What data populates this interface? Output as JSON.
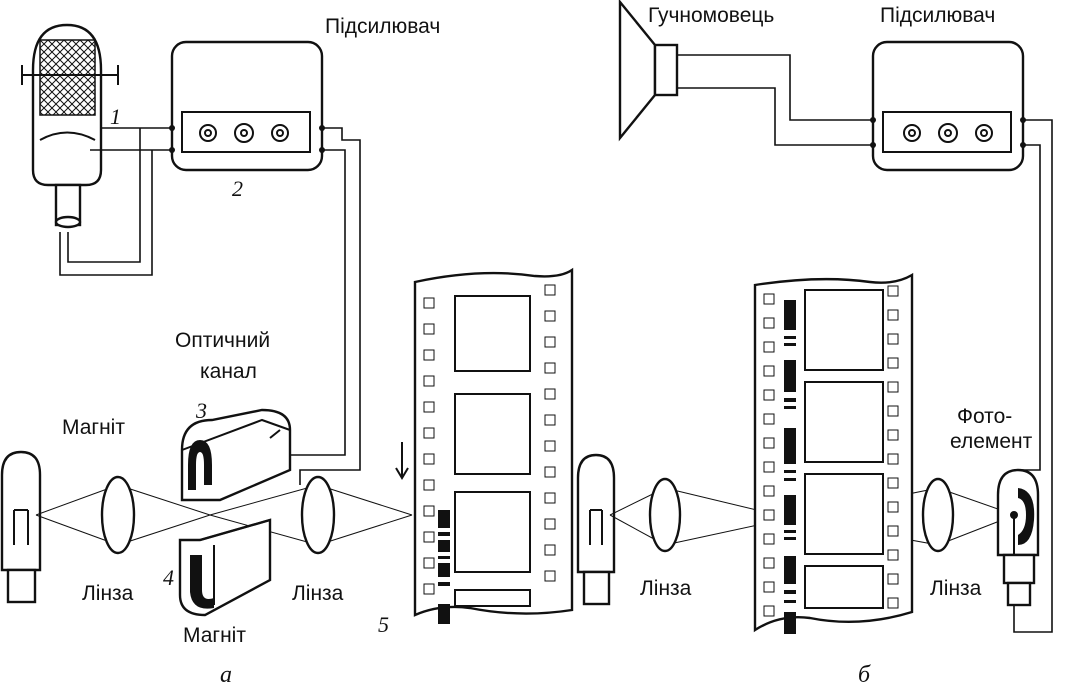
{
  "labels": {
    "amplifier_a": "Підсилювач",
    "amplifier_b": "Підсилювач",
    "loudspeaker": "Гучномовець",
    "optical_channel_line1": "Оптичний",
    "optical_channel_line2": "канал",
    "magnet_top": "Магніт",
    "magnet_bottom": "Магніт",
    "lens_a_left": "Лінза",
    "lens_a_right": "Лінза",
    "lens_b_left": "Лінза",
    "lens_b_right": "Лінза",
    "photo_line1": "Фото-",
    "photo_line2": "елемент"
  },
  "numbers": {
    "n1": "1",
    "n2": "2",
    "n3": "3",
    "n4": "4",
    "n5": "5"
  },
  "subfigures": {
    "a": "а",
    "b": "б"
  }
}
